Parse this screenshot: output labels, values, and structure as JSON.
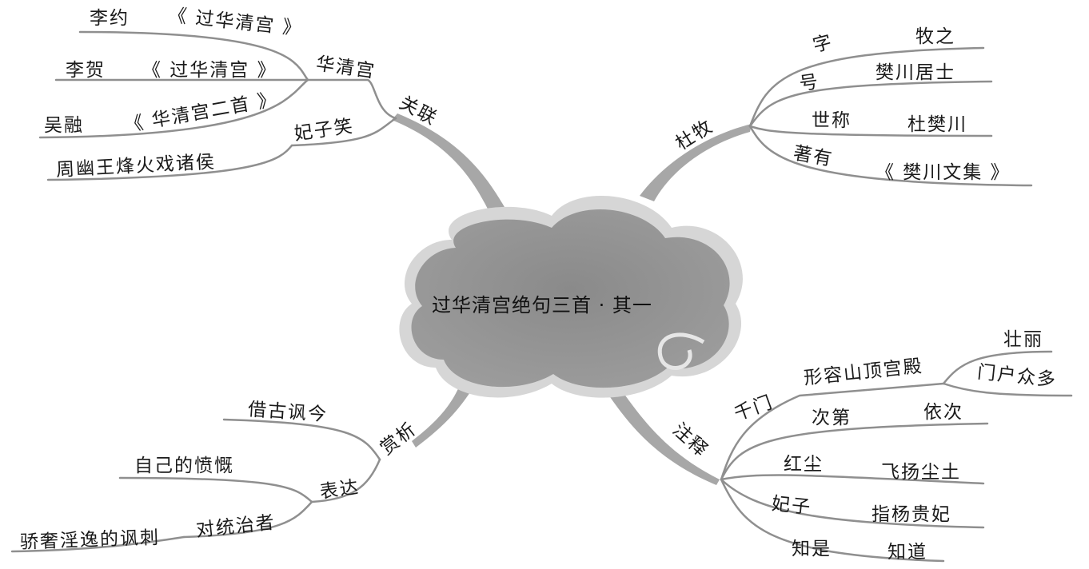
{
  "center": "过华清宫绝句三首 · 其一",
  "branches": {
    "guanlian": {
      "label": "关联",
      "huaqinggong": {
        "label": "华清宫",
        "items": [
          {
            "author": "李约",
            "work": "《 过华清宫 》"
          },
          {
            "author": "李贺",
            "work": "《 过华清宫 》"
          },
          {
            "author": "吴融",
            "work": "《 华清宫二首 》"
          }
        ]
      },
      "feizixiao": {
        "label": "妃子笑",
        "item": "周幽王烽火戏诸侯"
      }
    },
    "dumu": {
      "label": "杜牧",
      "items": [
        {
          "key": "字",
          "value": "牧之"
        },
        {
          "key": "号",
          "value": "樊川居士"
        },
        {
          "key": "世称",
          "value": "杜樊川"
        },
        {
          "key": "著有",
          "value": "《 樊川文集 》"
        }
      ]
    },
    "shangxi": {
      "label": "赏析",
      "jiegu": "借古讽今",
      "biaoda": {
        "label": "表达",
        "items": [
          "自己的愤慨",
          "对统治者"
        ],
        "sub": "骄奢淫逸的讽刺"
      }
    },
    "zhushi": {
      "label": "注释",
      "qianmen": {
        "label": "千门",
        "desc": "形容山顶宫殿",
        "values": [
          "壮丽",
          "门户众多"
        ]
      },
      "items": [
        {
          "key": "次第",
          "value": "依次"
        },
        {
          "key": "红尘",
          "value": "飞扬尘土"
        },
        {
          "key": "妃子",
          "value": "指杨贵妃"
        },
        {
          "key": "知是",
          "value": "知道"
        }
      ]
    }
  }
}
